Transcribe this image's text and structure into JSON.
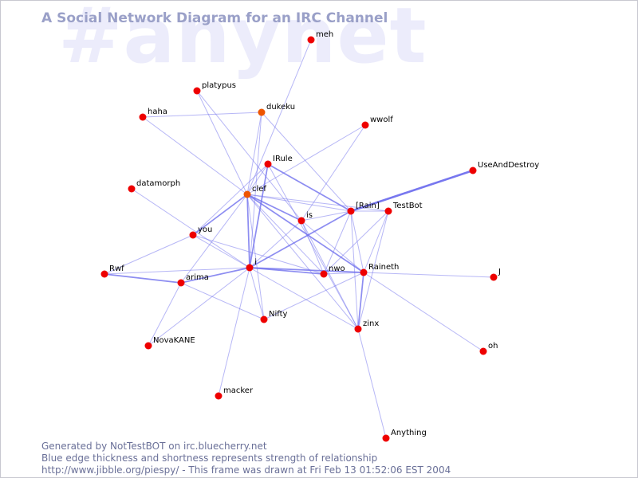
{
  "watermark": "#anynet",
  "title": "A Social Network Diagram for an IRC Channel",
  "footer": {
    "line1": "Generated by NotTestBOT on irc.bluecherry.net",
    "line2": "Blue edge thickness and shortness represents strength of relationship",
    "line3": "http://www.jibble.org/piespy/ - This frame was drawn at Fri Feb 13 01:52:06 EST 2004"
  },
  "colors": {
    "node": "#ee0000",
    "node_highlight": "#ee5500",
    "edge": "#7070ee"
  },
  "nodes": [
    {
      "id": "meh",
      "label": "meh"
    },
    {
      "id": "platypus",
      "label": "platypus"
    },
    {
      "id": "dukeku",
      "label": "dukeku",
      "highlight": true
    },
    {
      "id": "haha",
      "label": "haha"
    },
    {
      "id": "wwolf",
      "label": "wwolf"
    },
    {
      "id": "UseAndDestroy",
      "label": "UseAndDestroy"
    },
    {
      "id": "IRule",
      "label": "IRule"
    },
    {
      "id": "datamorph",
      "label": "datamorph"
    },
    {
      "id": "clef",
      "label": "clef",
      "highlight": true
    },
    {
      "id": "Rainl",
      "label": "[Rain]"
    },
    {
      "id": "TestBot",
      "label": "TestBot"
    },
    {
      "id": "is",
      "label": "is"
    },
    {
      "id": "you",
      "label": "you"
    },
    {
      "id": "i",
      "label": "i"
    },
    {
      "id": "nwo",
      "label": "nwo"
    },
    {
      "id": "Raineth",
      "label": "Raineth"
    },
    {
      "id": "J",
      "label": "J"
    },
    {
      "id": "Rwf",
      "label": "Rwf"
    },
    {
      "id": "arima",
      "label": "arima"
    },
    {
      "id": "Nifty",
      "label": "Nifty"
    },
    {
      "id": "zinx",
      "label": "zinx"
    },
    {
      "id": "NovaKANE",
      "label": "NovaKANE"
    },
    {
      "id": "oh",
      "label": "oh"
    },
    {
      "id": "macker",
      "label": "macker"
    },
    {
      "id": "Anything",
      "label": "Anything"
    }
  ],
  "edges": [
    {
      "source": "meh",
      "target": "clef",
      "weight": 1
    },
    {
      "source": "platypus",
      "target": "clef",
      "weight": 1
    },
    {
      "source": "platypus",
      "target": "is",
      "weight": 1
    },
    {
      "source": "haha",
      "target": "dukeku",
      "weight": 1
    },
    {
      "source": "haha",
      "target": "clef",
      "weight": 1
    },
    {
      "source": "dukeku",
      "target": "clef",
      "weight": 1
    },
    {
      "source": "dukeku",
      "target": "Rainl",
      "weight": 1
    },
    {
      "source": "dukeku",
      "target": "i",
      "weight": 1
    },
    {
      "source": "wwolf",
      "target": "clef",
      "weight": 1
    },
    {
      "source": "wwolf",
      "target": "is",
      "weight": 1
    },
    {
      "source": "UseAndDestroy",
      "target": "Rainl",
      "weight": 3
    },
    {
      "source": "IRule",
      "target": "clef",
      "weight": 1
    },
    {
      "source": "IRule",
      "target": "Rainl",
      "weight": 2
    },
    {
      "source": "IRule",
      "target": "i",
      "weight": 2
    },
    {
      "source": "IRule",
      "target": "you",
      "weight": 1
    },
    {
      "source": "IRule",
      "target": "zinx",
      "weight": 1
    },
    {
      "source": "datamorph",
      "target": "i",
      "weight": 1
    },
    {
      "source": "clef",
      "target": "Rainl",
      "weight": 1
    },
    {
      "source": "clef",
      "target": "is",
      "weight": 2
    },
    {
      "source": "clef",
      "target": "TestBot",
      "weight": 1
    },
    {
      "source": "clef",
      "target": "you",
      "weight": 2
    },
    {
      "source": "clef",
      "target": "i",
      "weight": 2
    },
    {
      "source": "clef",
      "target": "arima",
      "weight": 1
    },
    {
      "source": "clef",
      "target": "Raineth",
      "weight": 2
    },
    {
      "source": "clef",
      "target": "nwo",
      "weight": 1
    },
    {
      "source": "clef",
      "target": "zinx",
      "weight": 1
    },
    {
      "source": "clef",
      "target": "Nifty",
      "weight": 1
    },
    {
      "source": "Rainl",
      "target": "TestBot",
      "weight": 1
    },
    {
      "source": "Rainl",
      "target": "i",
      "weight": 2
    },
    {
      "source": "Rainl",
      "target": "is",
      "weight": 1
    },
    {
      "source": "Rainl",
      "target": "nwo",
      "weight": 1
    },
    {
      "source": "Rainl",
      "target": "Raineth",
      "weight": 1
    },
    {
      "source": "Rainl",
      "target": "zinx",
      "weight": 1
    },
    {
      "source": "TestBot",
      "target": "Raineth",
      "weight": 1
    },
    {
      "source": "TestBot",
      "target": "zinx",
      "weight": 1
    },
    {
      "source": "TestBot",
      "target": "nwo",
      "weight": 1
    },
    {
      "source": "is",
      "target": "i",
      "weight": 1
    },
    {
      "source": "is",
      "target": "Raineth",
      "weight": 1
    },
    {
      "source": "is",
      "target": "zinx",
      "weight": 1
    },
    {
      "source": "is",
      "target": "nwo",
      "weight": 1
    },
    {
      "source": "you",
      "target": "Rwf",
      "weight": 1
    },
    {
      "source": "you",
      "target": "i",
      "weight": 1
    },
    {
      "source": "you",
      "target": "nwo",
      "weight": 1
    },
    {
      "source": "i",
      "target": "nwo",
      "weight": 2
    },
    {
      "source": "i",
      "target": "Raineth",
      "weight": 2
    },
    {
      "source": "i",
      "target": "arima",
      "weight": 2
    },
    {
      "source": "i",
      "target": "Rwf",
      "weight": 1
    },
    {
      "source": "i",
      "target": "NovaKANE",
      "weight": 1
    },
    {
      "source": "i",
      "target": "Nifty",
      "weight": 1
    },
    {
      "source": "i",
      "target": "macker",
      "weight": 1
    },
    {
      "source": "i",
      "target": "zinx",
      "weight": 1
    },
    {
      "source": "Raineth",
      "target": "J",
      "weight": 1
    },
    {
      "source": "Raineth",
      "target": "zinx",
      "weight": 2
    },
    {
      "source": "Raineth",
      "target": "oh",
      "weight": 1
    },
    {
      "source": "Raineth",
      "target": "Nifty",
      "weight": 1
    },
    {
      "source": "Raineth",
      "target": "nwo",
      "weight": 1
    },
    {
      "source": "Rwf",
      "target": "arima",
      "weight": 2
    },
    {
      "source": "arima",
      "target": "Nifty",
      "weight": 1
    },
    {
      "source": "arima",
      "target": "NovaKANE",
      "weight": 1
    },
    {
      "source": "zinx",
      "target": "Anything",
      "weight": 1
    }
  ]
}
